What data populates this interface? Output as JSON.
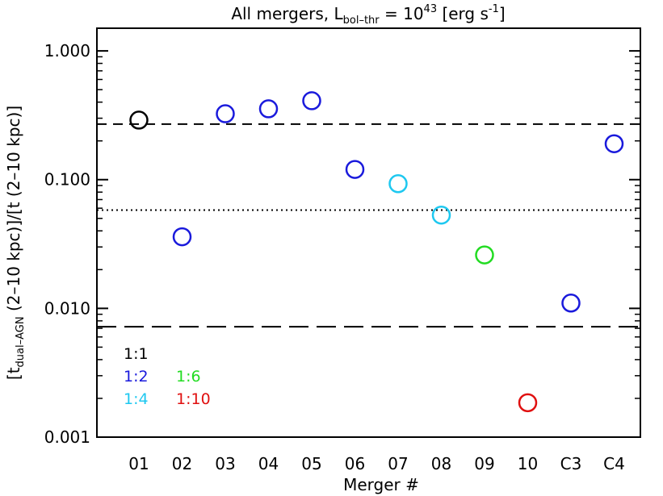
{
  "chart_data": {
    "type": "scatter",
    "title": {
      "prefix": "All mergers, L",
      "sub": "bol–thr",
      "mid": " = 10",
      "sup": "43",
      "unit_open": " [erg s",
      "unit_sup": "-1",
      "unit_close": "]"
    },
    "xlabel": "Merger #",
    "ylabel": {
      "open": "[t",
      "sub": "dual–AGN",
      "rest": " (2–10 kpc)]/[t (2–10 kpc)]"
    },
    "y_scale": "log",
    "ylim": [
      0.001,
      1.5
    ],
    "y_ticks": [
      {
        "value": 0.001,
        "label": "0.001"
      },
      {
        "value": 0.01,
        "label": "0.010"
      },
      {
        "value": 0.1,
        "label": "0.100"
      },
      {
        "value": 1.0,
        "label": "1.000"
      }
    ],
    "categories": [
      "01",
      "02",
      "03",
      "04",
      "05",
      "06",
      "07",
      "08",
      "09",
      "10",
      "C3",
      "C4"
    ],
    "marker": "open-circle",
    "points": [
      {
        "category": "01",
        "value": 0.29,
        "color": "#000000"
      },
      {
        "category": "02",
        "value": 0.036,
        "color": "#1a1adc"
      },
      {
        "category": "03",
        "value": 0.325,
        "color": "#1a1adc"
      },
      {
        "category": "04",
        "value": 0.355,
        "color": "#1a1adc"
      },
      {
        "category": "05",
        "value": 0.41,
        "color": "#1a1adc"
      },
      {
        "category": "06",
        "value": 0.12,
        "color": "#1a1adc"
      },
      {
        "category": "07",
        "value": 0.093,
        "color": "#1ec8f0"
      },
      {
        "category": "08",
        "value": 0.053,
        "color": "#1ec8f0"
      },
      {
        "category": "09",
        "value": 0.026,
        "color": "#22dc22"
      },
      {
        "category": "10",
        "value": 0.00185,
        "color": "#e01010"
      },
      {
        "category": "C3",
        "value": 0.011,
        "color": "#1a1adc"
      },
      {
        "category": "C4",
        "value": 0.19,
        "color": "#1a1adc"
      }
    ],
    "reference_lines": [
      {
        "value": 0.27,
        "style": "dashed"
      },
      {
        "value": 0.058,
        "style": "dotted"
      },
      {
        "value": 0.0072,
        "style": "long-dashed"
      }
    ],
    "legend": {
      "placement": "bottom-left",
      "entries": [
        {
          "label": "1:1",
          "color": "#000000"
        },
        {
          "label": "1:2",
          "color": "#1a1adc"
        },
        {
          "label": "1:4",
          "color": "#1ec8f0"
        },
        {
          "label": "1:6",
          "color": "#22dc22"
        },
        {
          "label": "1:10",
          "color": "#e01010"
        }
      ]
    },
    "grid": false
  }
}
